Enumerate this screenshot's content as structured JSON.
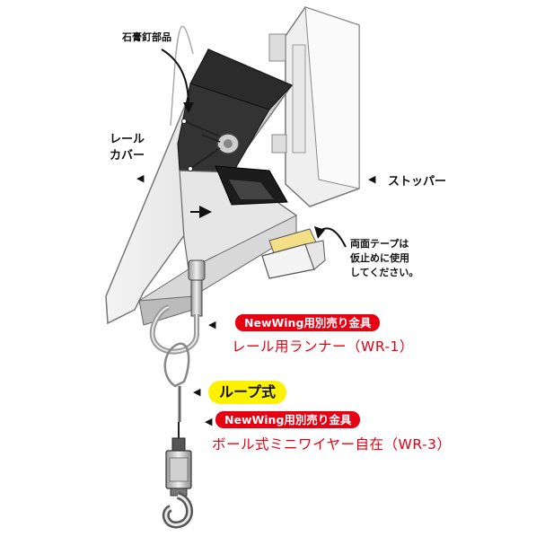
{
  "labels": {
    "plasterboard_nail": "石膏釘部品",
    "rail_cover_line1": "レール",
    "rail_cover_line2": "カバー",
    "stopper": "ストッパー",
    "tape_note_line1": "両面テープは",
    "tape_note_line2": "仮止めに使用",
    "tape_note_line3": "してください。"
  },
  "runner": {
    "badge": "NewWing用別売り金具",
    "title": "レール用ランナー（WR-1）"
  },
  "loop": {
    "pill": "ループ式"
  },
  "wire": {
    "badge": "NewWing用別売り金具",
    "title": "ボール式ミニワイヤー自在（WR-3）"
  },
  "colors": {
    "badge_red": "#e60012",
    "title_red": "#e60012",
    "pill_yellow": "#fff200",
    "rail_dark": "#2a2a2a",
    "tape_yellow": "#f5e08a"
  }
}
